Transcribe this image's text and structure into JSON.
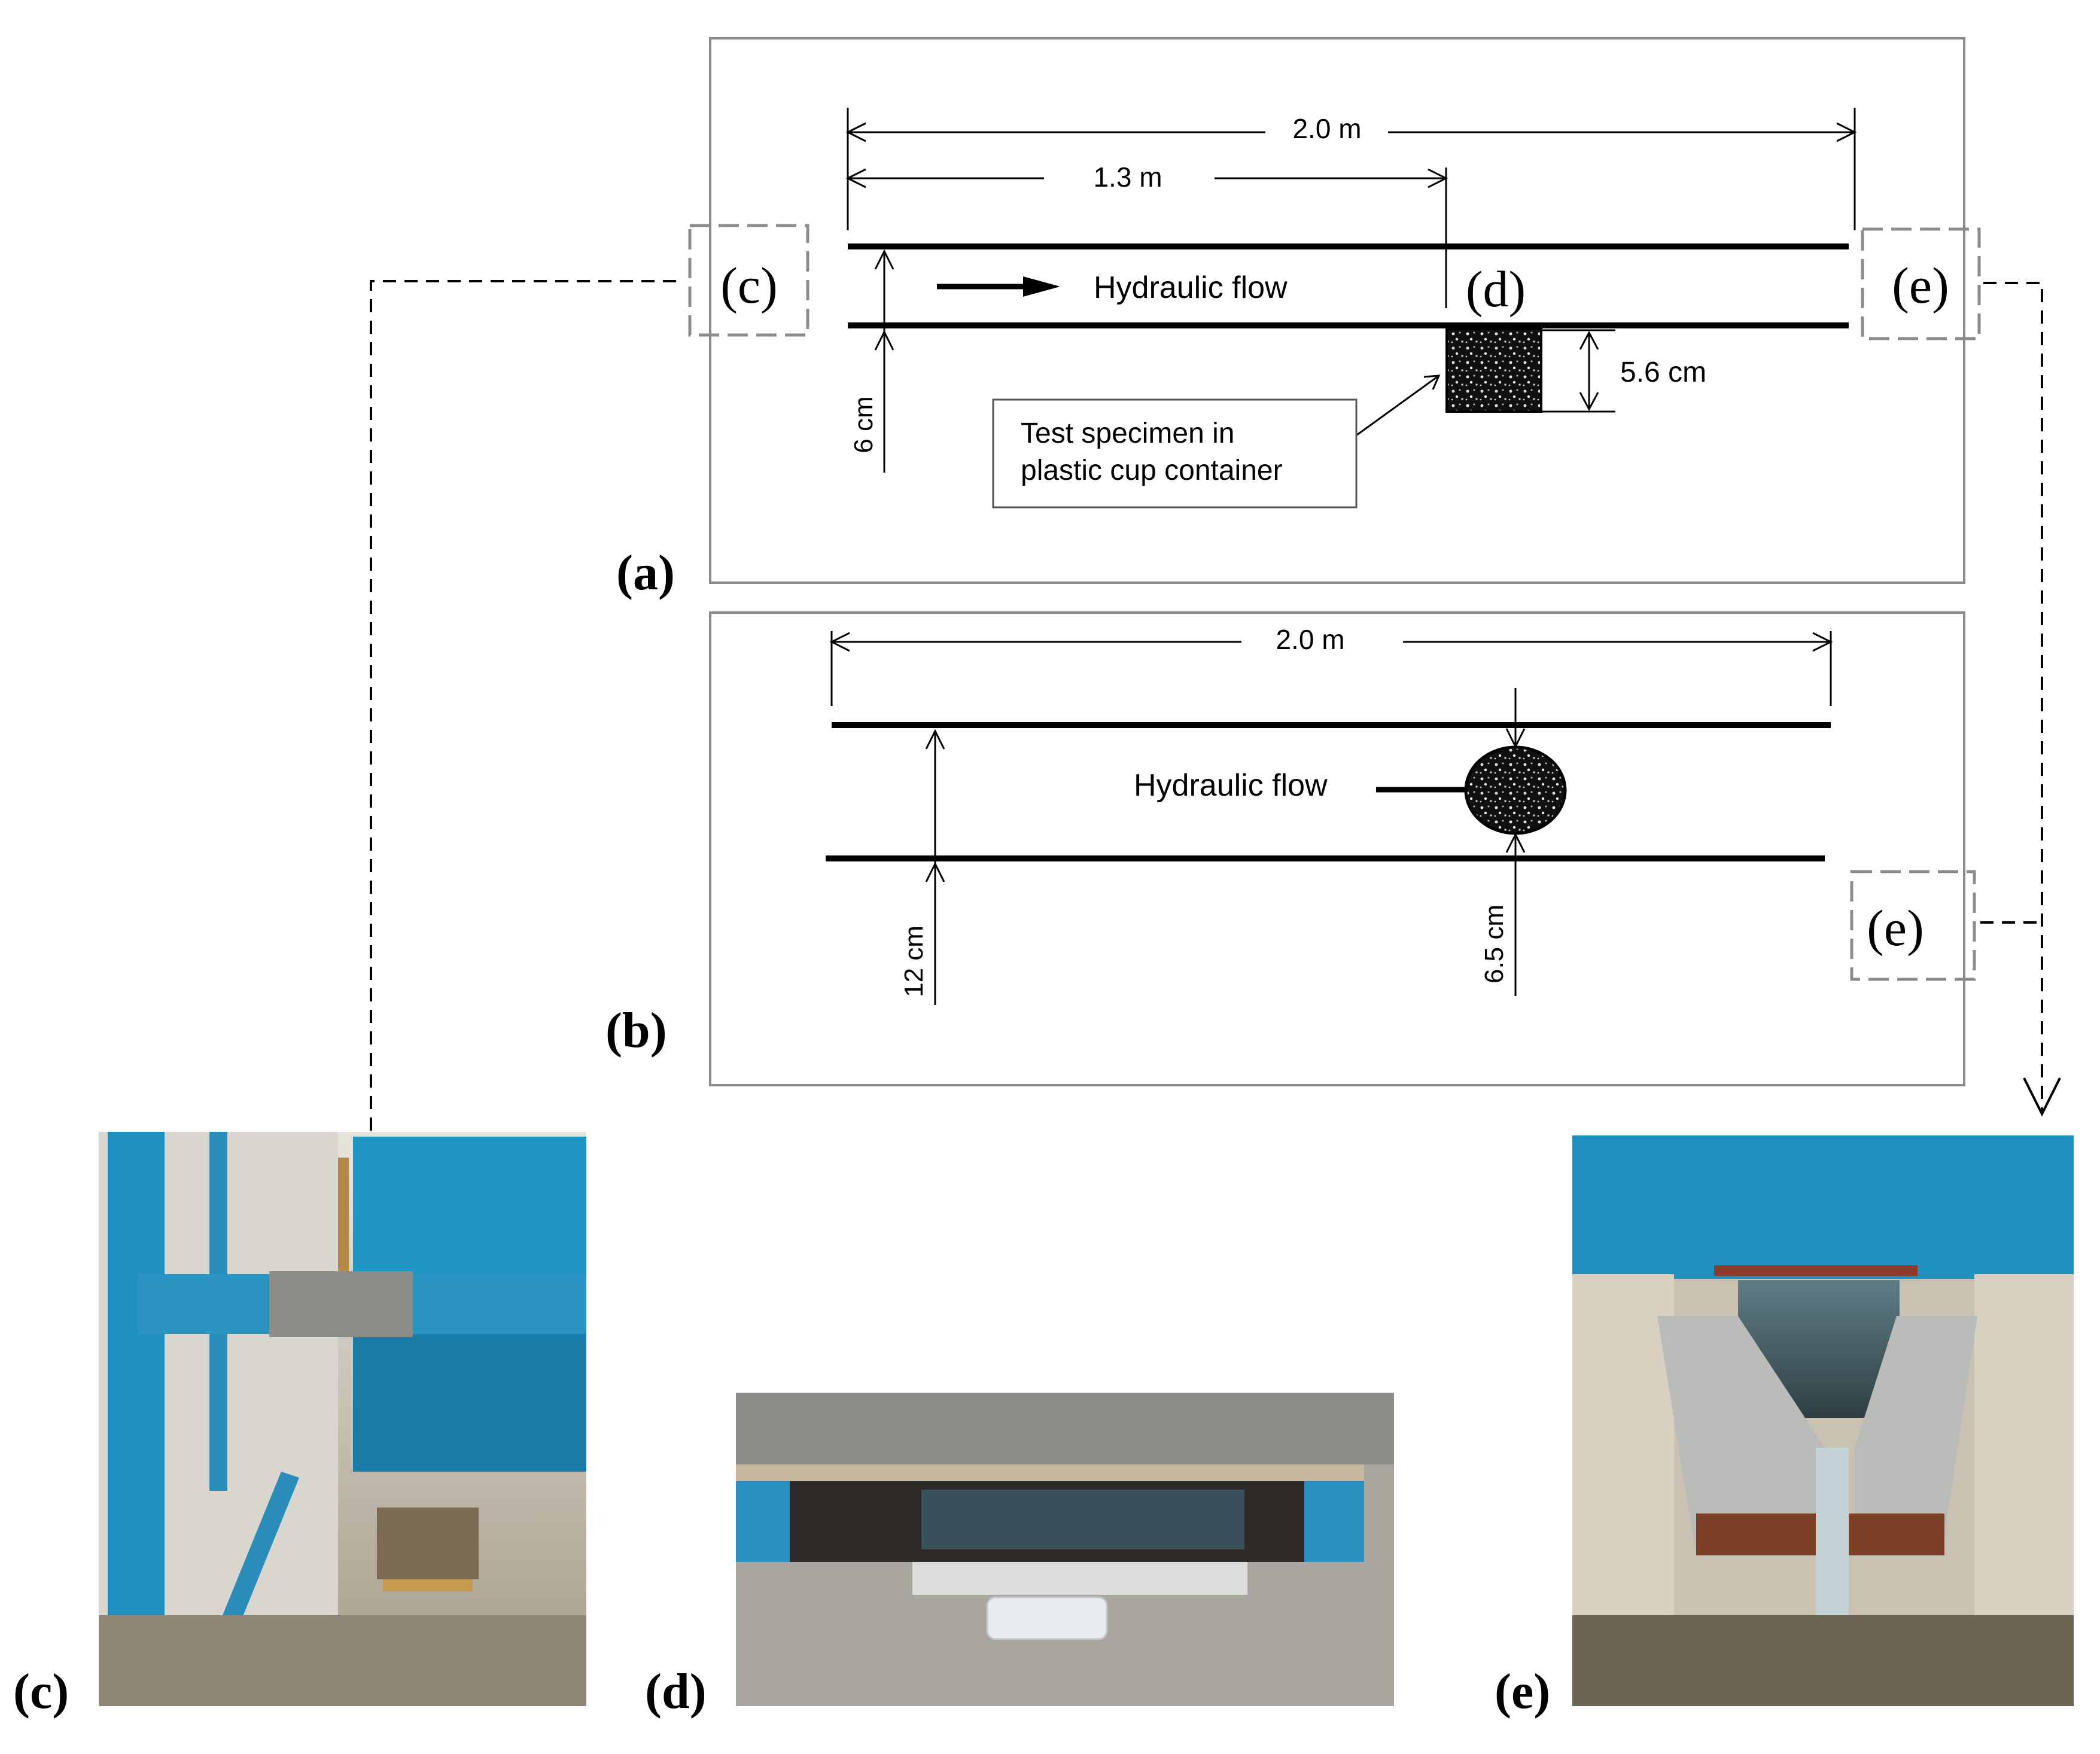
{
  "panel_a": {
    "label": "(a)",
    "dim_total": "2.0 m",
    "dim_partial": "1.3 m",
    "flow_label": "Hydraulic flow",
    "height_label": "6 cm",
    "specimen_height": "5.6 cm",
    "callout_line1": "Test specimen in",
    "callout_line2": "plastic cup container",
    "marker_c": "(c)",
    "marker_d": "(d)",
    "marker_e": "(e)"
  },
  "panel_b": {
    "label": "(b)",
    "dim_total": "2.0 m",
    "flow_label": "Hydraulic flow",
    "width_label": "12 cm",
    "specimen_label": "6.5 cm",
    "marker_e": "(e)"
  },
  "photos": {
    "c_label": "(c)",
    "d_label": "(d)",
    "e_label": "(e)"
  },
  "colors": {
    "line": "#000000",
    "frame": "#8a8a8a",
    "dashed_box": "#8c8c8c",
    "pipe_blue": "#1f8fbf",
    "concrete": "#c9c2b3"
  }
}
